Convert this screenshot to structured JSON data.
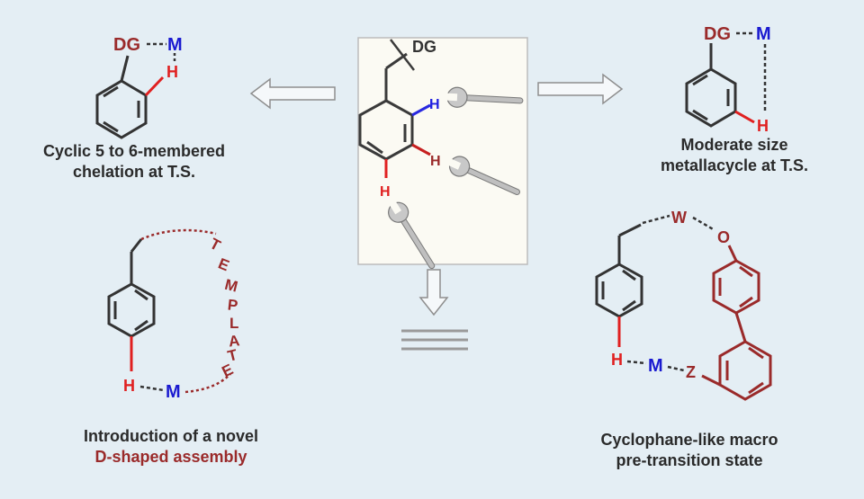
{
  "colors": {
    "background": "#e4eef4",
    "dark_red": "#9a2a2a",
    "red": "#e02020",
    "blue": "#1a1ad0",
    "bond": "#333333",
    "caption": "#2a2a2a"
  },
  "icons": [
    "wrench-icon",
    "hollow-arrow-left-icon",
    "hollow-arrow-right-icon",
    "hollow-arrow-down-icon",
    "triple-line-icon"
  ],
  "center": {
    "dg": "DG",
    "h_top": "H",
    "h_mid": "H",
    "h_low": "H"
  },
  "top_left": {
    "dg": "DG",
    "m": "M",
    "h": "H",
    "caption_line1": "Cyclic 5 to 6-membered",
    "caption_line2": "chelation at T.S."
  },
  "top_right": {
    "dg": "DG",
    "m": "M",
    "h": "H",
    "caption_line1": "Moderate size",
    "caption_line2": "metallacycle at T.S."
  },
  "bottom_left": {
    "template_letters": [
      "T",
      "E",
      "M",
      "P",
      "L",
      "A",
      "T",
      "E"
    ],
    "h": "H",
    "m": "M",
    "caption_line1": "Introduction of a novel",
    "caption_line2": "D-shaped assembly"
  },
  "bottom_right": {
    "w": "W",
    "o": "O",
    "h": "H",
    "m": "M",
    "z": "Z",
    "caption_line1": "Cyclophane-like macro",
    "caption_line2": "pre-transition state"
  }
}
